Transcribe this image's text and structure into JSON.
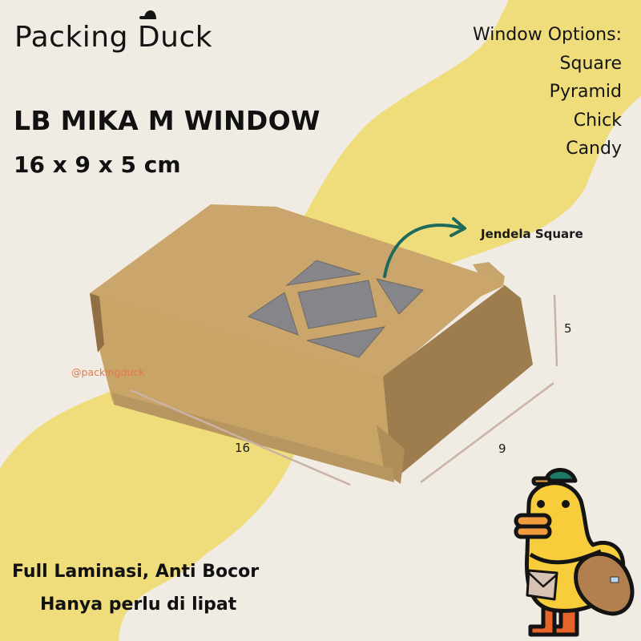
{
  "brand": {
    "name_part1": "Packing ",
    "name_d": "D",
    "name_part2": "uck",
    "handle": "@packingduck"
  },
  "product": {
    "title": "LB MIKA M WINDOW",
    "size": "16 x 9 x 5 cm"
  },
  "window_options": {
    "heading": "Window Options:",
    "items": [
      "Square",
      "Pyramid",
      "Chick",
      "Candy"
    ]
  },
  "callout": {
    "label": "Jendela Square",
    "icon": "curved-arrow-icon"
  },
  "dimensions": {
    "length": "16",
    "width": "9",
    "height": "5"
  },
  "features": {
    "line1": "Full Laminasi, Anti Bocor",
    "line2": "Hanya perlu di lipat"
  },
  "colors": {
    "background": "#f1ece3",
    "accent_yellow": "#efdc7b",
    "kraft": "#c9a46c",
    "arrow_teal": "#1e6b5c",
    "handle_orange": "#e07a4f",
    "dimension_line": "#c9b2a6"
  }
}
